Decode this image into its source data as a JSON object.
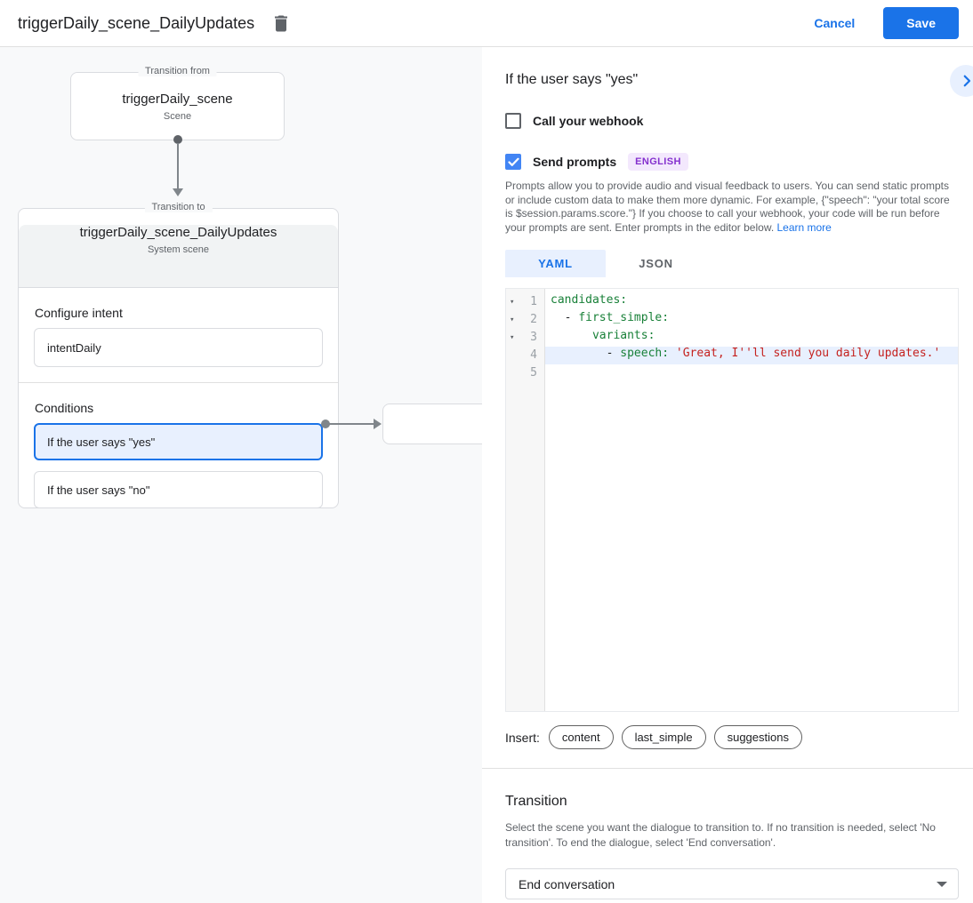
{
  "topbar": {
    "title": "triggerDaily_scene_DailyUpdates",
    "cancel_label": "Cancel",
    "save_label": "Save"
  },
  "canvas": {
    "from_node": {
      "label": "Transition from",
      "title": "triggerDaily_scene",
      "subtitle": "Scene"
    },
    "to_node": {
      "label": "Transition to",
      "title": "triggerDaily_scene_DailyUpdates",
      "subtitle": "System scene",
      "intent_heading": "Configure intent",
      "intent_value": "intentDaily",
      "conditions_heading": "Conditions",
      "conditions": [
        {
          "label": "If the user says \"yes\"",
          "selected": true
        },
        {
          "label": "If the user says \"no\"",
          "selected": false
        }
      ]
    }
  },
  "panel": {
    "title": "If the user says \"yes\"",
    "webhook_checkbox": {
      "label": "Call your webhook",
      "checked": false
    },
    "prompts_checkbox": {
      "label": "Send prompts",
      "checked": true,
      "badge": "ENGLISH"
    },
    "description": "Prompts allow you to provide audio and visual feedback to users. You can send static prompts or include custom data to make them more dynamic. For example, {\"speech\": \"your total score is $session.params.score.\"} If you choose to call your webhook, your code will be run before your prompts are sent. Enter prompts in the editor below. ",
    "learn_more_label": "Learn more",
    "tabs": [
      {
        "label": "YAML",
        "selected": true
      },
      {
        "label": "JSON",
        "selected": false
      }
    ],
    "editor": {
      "lines": [
        {
          "number": "1",
          "segments": [
            {
              "type": "key",
              "text": "candidates:"
            }
          ]
        },
        {
          "number": "2",
          "segments": [
            {
              "type": "plain",
              "text": "  - "
            },
            {
              "type": "key",
              "text": "first_simple:"
            }
          ]
        },
        {
          "number": "3",
          "segments": [
            {
              "type": "plain",
              "text": "      "
            },
            {
              "type": "key",
              "text": "variants:"
            }
          ]
        },
        {
          "number": "4",
          "segments": [
            {
              "type": "plain",
              "text": "        - "
            },
            {
              "type": "key",
              "text": "speech:"
            },
            {
              "type": "plain",
              "text": " "
            },
            {
              "type": "string",
              "text": "'Great, I''ll send you daily updates.'"
            }
          ]
        },
        {
          "number": "5",
          "segments": []
        }
      ]
    },
    "insert": {
      "label": "Insert:",
      "chips": [
        "content",
        "last_simple",
        "suggestions"
      ]
    },
    "transition": {
      "heading": "Transition",
      "description": "Select the scene you want the dialogue to transition to. If no transition is needed, select 'No transition'. To end the dialogue, select 'End conversation'.",
      "dropdown_value": "End conversation"
    }
  },
  "icons": {
    "fold": "▾"
  },
  "colors": {
    "accent_blue": "#1a73e8",
    "checkbox_checked": "#4285f4",
    "selected_bg": "#e8f0fe",
    "badge_bg": "#f3e8fd",
    "badge_text": "#8430ce",
    "code_key_green": "#188038",
    "code_string_red": "#c5221f",
    "canvas_bg": "#f8f9fa",
    "node_header_bg": "#f1f3f4"
  }
}
